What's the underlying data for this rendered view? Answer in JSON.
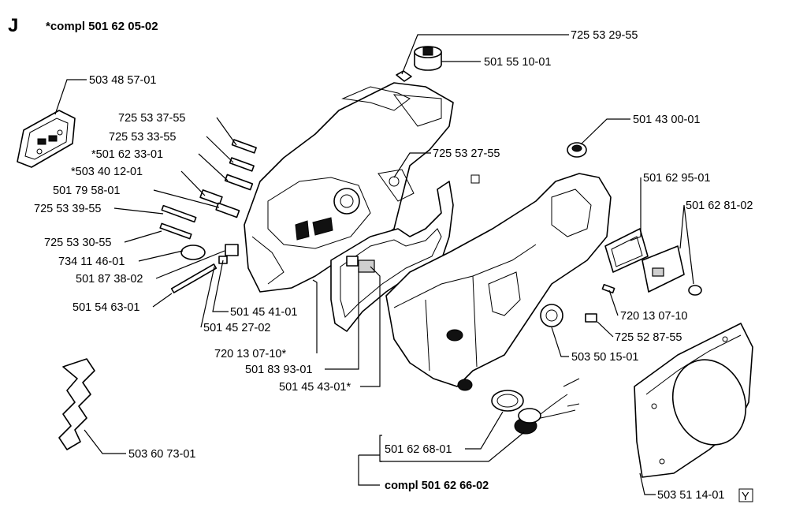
{
  "header": {
    "section_letter": "J",
    "assembly": "*compl 501 62 05-02"
  },
  "parts": [
    {
      "id": "p1",
      "number": "725 53 29-55"
    },
    {
      "id": "p2",
      "number": "501 55 10-01"
    },
    {
      "id": "p3",
      "number": "503 48 57-01"
    },
    {
      "id": "p4",
      "number": "501 43 00-01"
    },
    {
      "id": "p5",
      "number": "725 53 37-55"
    },
    {
      "id": "p6",
      "number": "725 53 33-55"
    },
    {
      "id": "p7",
      "number": "*501 62 33-01"
    },
    {
      "id": "p8",
      "number": "725 53 27-55"
    },
    {
      "id": "p9",
      "number": "*503 40 12-01"
    },
    {
      "id": "p10",
      "number": "501 62 95-01"
    },
    {
      "id": "p11",
      "number": "501 79 58-01"
    },
    {
      "id": "p12",
      "number": "725 53 39-55"
    },
    {
      "id": "p13",
      "number": "501 62 81-02"
    },
    {
      "id": "p14",
      "number": "725 53 30-55"
    },
    {
      "id": "p15",
      "number": "734 11 46-01"
    },
    {
      "id": "p16",
      "number": "501 87 38-02"
    },
    {
      "id": "p17",
      "number": "501 54 63-01"
    },
    {
      "id": "p18",
      "number": "501 45 41-01"
    },
    {
      "id": "p19",
      "number": "501 45 27-02"
    },
    {
      "id": "p20",
      "number": "720 13 07-10"
    },
    {
      "id": "p21",
      "number": "725 52 87-55"
    },
    {
      "id": "p22",
      "number": "720 13 07-10*"
    },
    {
      "id": "p23",
      "number": "503 50 15-01"
    },
    {
      "id": "p24",
      "number": "501 83 93-01"
    },
    {
      "id": "p25",
      "number": "501 45 43-01*"
    },
    {
      "id": "p26",
      "number": "503 60 73-01"
    },
    {
      "id": "p27",
      "number": "501 62 68-01"
    },
    {
      "id": "p28",
      "number": "compl 501 62 66-02"
    },
    {
      "id": "p29",
      "number": "503 51 14-01"
    }
  ],
  "symbols": {
    "y_box": "Y"
  }
}
